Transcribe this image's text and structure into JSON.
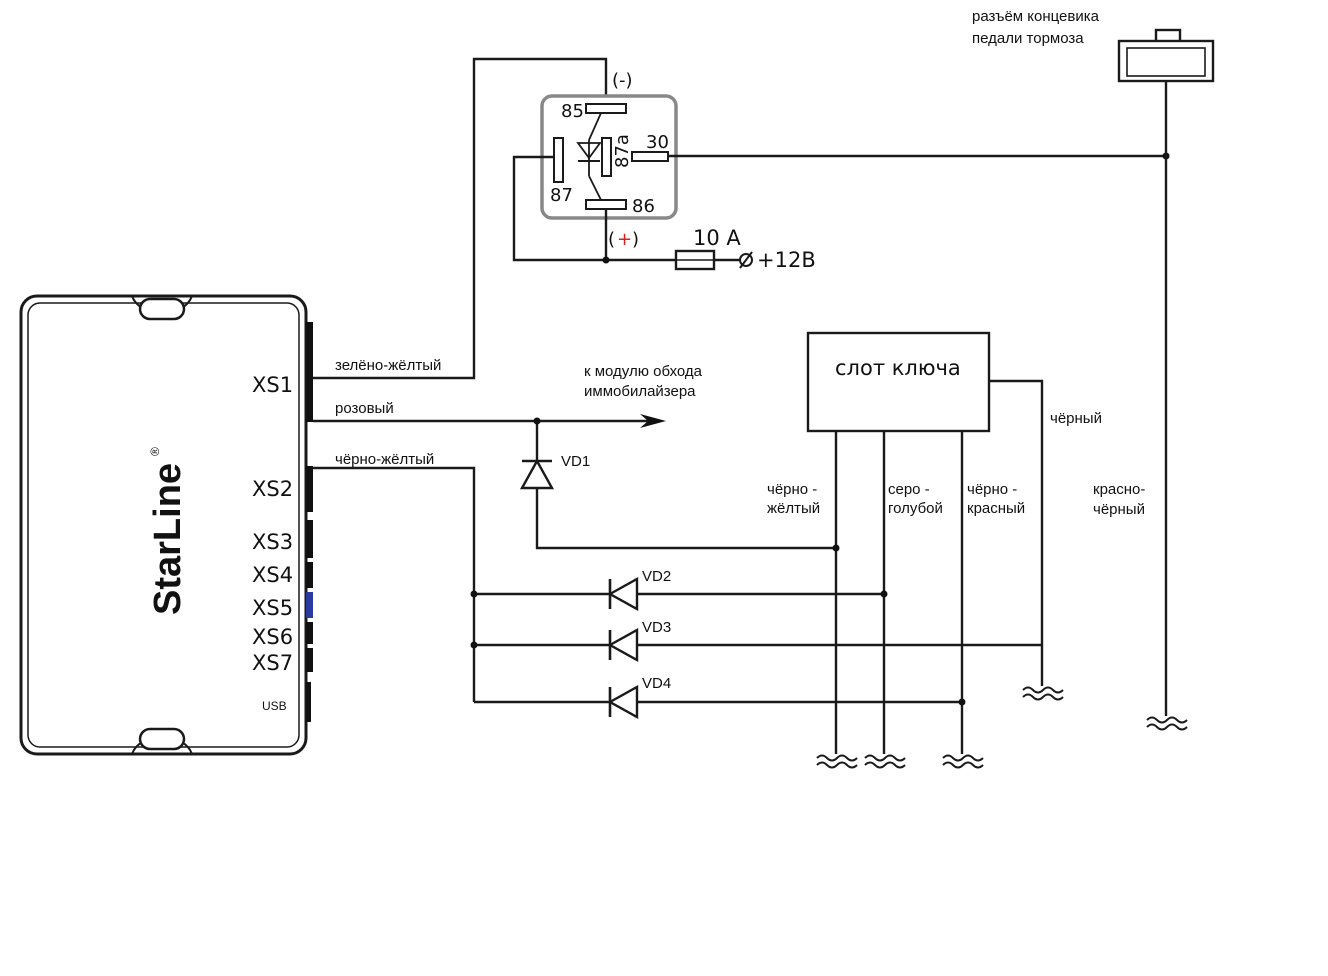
{
  "device": {
    "brand": "StarLine",
    "registered_mark": "®",
    "usb_label": "USB",
    "connectors": [
      "XS1",
      "XS2",
      "XS3",
      "XS4",
      "XS5",
      "XS6",
      "XS7"
    ]
  },
  "wires": {
    "green_yellow": "зелёно-жёлтый",
    "pink": "розовый",
    "black_yellow": "чёрно-жёлтый"
  },
  "relay": {
    "pin_85": "85",
    "pin_87a": "87а",
    "pin_30": "30",
    "pin_87": "87",
    "pin_86": "86",
    "minus": "(-)",
    "plus_open": "(",
    "plus_sign": "+",
    "plus_close": ")"
  },
  "fuse": {
    "label": "10 А"
  },
  "power": {
    "label": "+12В"
  },
  "brake_connector": {
    "line1": "разъём концевика",
    "line2": "педали тормоза"
  },
  "immo_bypass": {
    "line1": "к модулю обхода",
    "line2": "иммобилайзера"
  },
  "key_slot": {
    "title": "слот ключа",
    "wires": {
      "black_yellow_1": "чёрно -",
      "black_yellow_2": "жёлтый",
      "grey_blue_1": "серо -",
      "grey_blue_2": "голубой",
      "black_red_1": "чёрно -",
      "black_red_2": "красный",
      "black": "чёрный"
    }
  },
  "red_black": {
    "line1": "красно-",
    "line2": "чёрный"
  },
  "diodes": {
    "vd1": "VD1",
    "vd2": "VD2",
    "vd3": "VD3",
    "vd4": "VD4"
  },
  "colors": {
    "plus_red": "#d42020",
    "xs5_blue": "#2a3aa0",
    "relay_border": "#888888"
  }
}
